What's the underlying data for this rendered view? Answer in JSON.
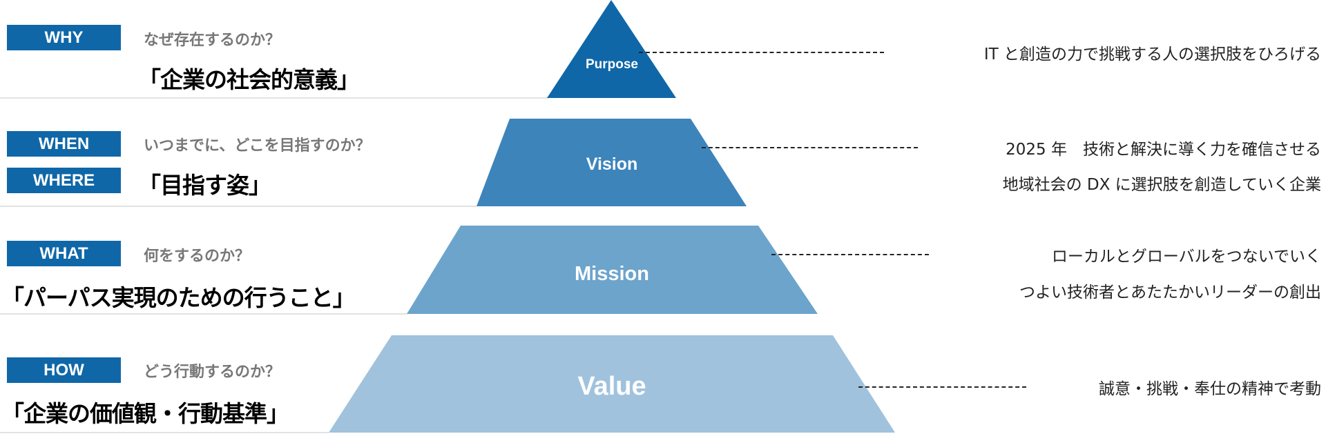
{
  "colors": {
    "purpose": "#0f67a8",
    "vision": "#3d84bb",
    "mission": "#6ca4cc",
    "value": "#a0c2dd",
    "badge": "#0f67a8"
  },
  "tiers": {
    "purpose": {
      "badges": [
        "WHY"
      ],
      "question": "なぜ存在するのか？",
      "heading": "「企業の社会的意義」",
      "label": "Purpose",
      "description": [
        "IT と創造の力で挑戦する人の選択肢をひろげる"
      ]
    },
    "vision": {
      "badges": [
        "WHEN",
        "WHERE"
      ],
      "question": "いつまでに、どこを目指すのか？",
      "heading": "「目指す姿」",
      "label": "Vision",
      "description": [
        "2025 年　技術と解決に導く力を確信させる",
        "地域社会の DX に選択肢を創造していく企業"
      ]
    },
    "mission": {
      "badges": [
        "WHAT"
      ],
      "question": "何をするのか？",
      "heading": "「パーパス実現のための行うこと」",
      "label": "Mission",
      "description": [
        "ローカルとグローバルをつないでいく",
        "つよい技術者とあたたかいリーダーの創出"
      ]
    },
    "value": {
      "badges": [
        "HOW"
      ],
      "question": "どう行動するのか？",
      "heading": "「企業の価値観・行動基準」",
      "label": "Value",
      "description": [
        "誠意・挑戦・奉仕の精神で考動"
      ]
    }
  }
}
